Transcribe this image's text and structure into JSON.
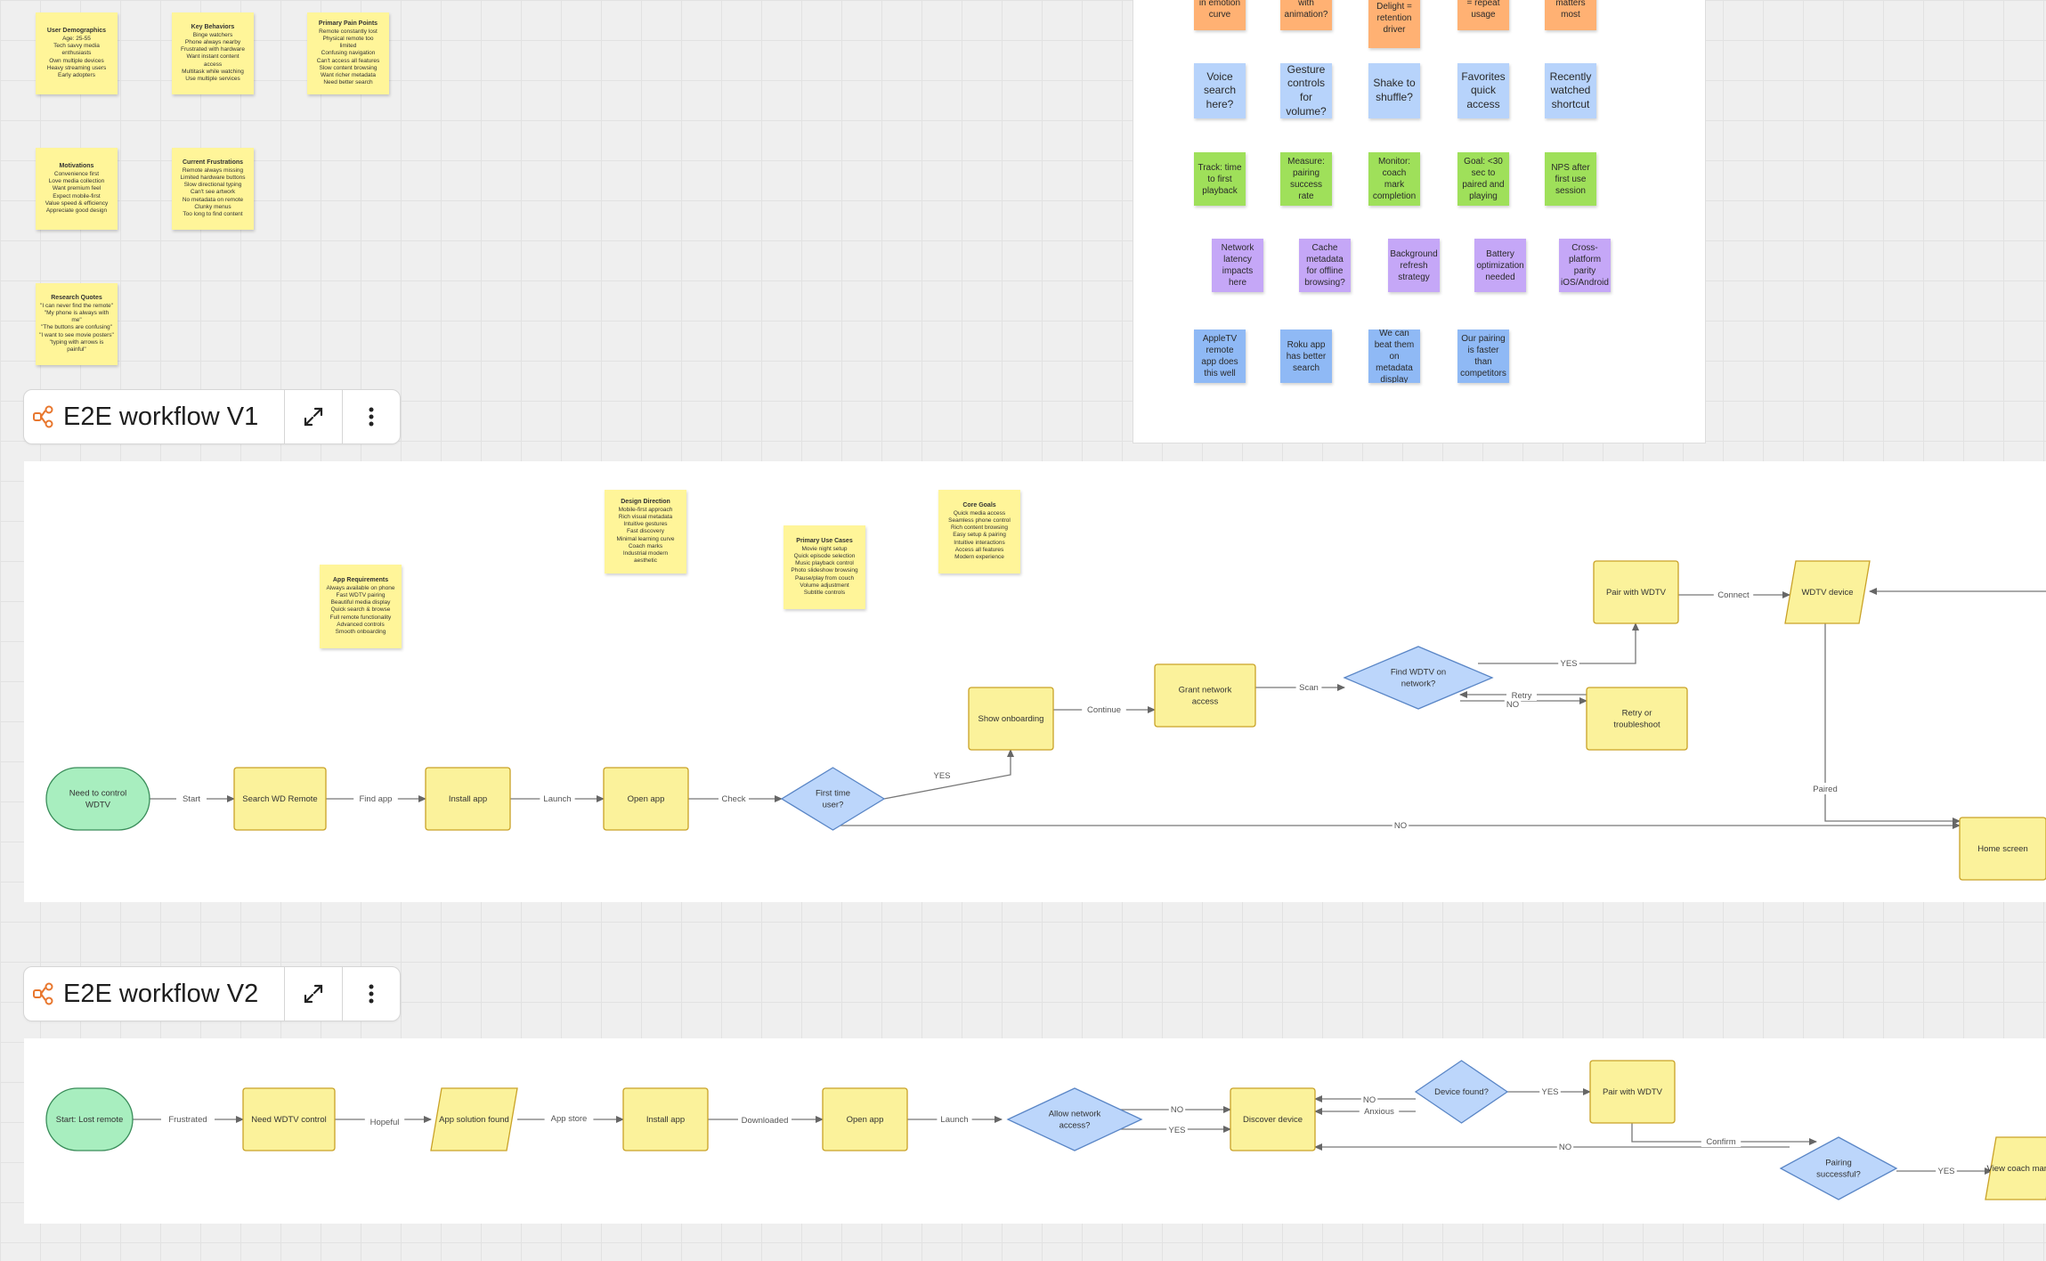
{
  "research_notes": [
    {
      "title": "User Demographics",
      "lines": [
        "Age: 25-55",
        "Tech savvy media",
        "enthusiasts",
        "Own multiple devices",
        "Heavy streaming users",
        "Early adopters"
      ]
    },
    {
      "title": "Key Behaviors",
      "lines": [
        "Binge watchers",
        "Phone always nearby",
        "Frustrated with hardware",
        "Want instant content",
        "access",
        "Multitask while watching",
        "Use multiple services"
      ]
    },
    {
      "title": "Primary Pain Points",
      "lines": [
        "Remote constantly lost",
        "Physical remote too",
        "limited",
        "Confusing navigation",
        "Can't access all features",
        "Slow content browsing",
        "Want richer metadata",
        "Need better search"
      ]
    },
    {
      "title": "Motivations",
      "lines": [
        "Convenience first",
        "Love media collection",
        "Want premium feel",
        "Expect mobile-first",
        "Value speed & efficiency",
        "Appreciate good design"
      ]
    },
    {
      "title": "Current Frustrations",
      "lines": [
        "Remote always missing",
        "Limited hardware buttons",
        "Slow directional typing",
        "Can't see artwork",
        "No metadata on remote",
        "Clunky menus",
        "Too long to find content"
      ]
    },
    {
      "title": "Research Quotes",
      "lines": [
        "\"I can never find the remote\"",
        "\"My phone is always with me\"",
        "\"The buttons are confusing\"",
        "\"I want to see movie posters\"",
        "\"typing with arrows is painful\""
      ]
    }
  ],
  "board_notes": {
    "row0": [
      "in emotion curve",
      "with animation?",
      "Delight = retention driver",
      "= repeat usage",
      "matters most"
    ],
    "row1": [
      "Voice search here?",
      "Gesture controls for volume?",
      "Shake to shuffle?",
      "Favorites quick access",
      "Recently watched shortcut"
    ],
    "row2": [
      "Track: time to first playback",
      "Measure: pairing success rate",
      "Monitor: coach mark completion",
      "Goal: <30 sec to paired and playing",
      "NPS after first use session"
    ],
    "row3": [
      "Network latency impacts here",
      "Cache metadata for offline browsing?",
      "Background refresh strategy",
      "Battery optimization needed",
      "Cross-platform parity iOS/Android"
    ],
    "row4": [
      "AppleTV remote app does this well",
      "Roku app has better search",
      "We can beat them on metadata display",
      "Our pairing is faster than competitors"
    ]
  },
  "frame_v1": {
    "title": "E2E workflow V1"
  },
  "frame_v2": {
    "title": "E2E workflow V2"
  },
  "v1_notes": [
    {
      "title": "Design Direction",
      "lines": [
        "Mobile-first approach",
        "Rich visual metadata",
        "Intuitive gestures",
        "Fast discovery",
        "Minimal learning curve",
        "Coach marks",
        "Industrial modern",
        "aesthetic"
      ]
    },
    {
      "title": "Primary Use Cases",
      "lines": [
        "Movie night setup",
        "Quick episode selection",
        "Music playback control",
        "Photo slideshow browsing",
        "Pause/play from couch",
        "Volume adjustment",
        "Subtitle controls"
      ]
    },
    {
      "title": "Core Goals",
      "lines": [
        "Quick media access",
        "Seamless phone control",
        "Rich content browsing",
        "Easy setup & pairing",
        "Intuitive interactions",
        "Access all features",
        "Modern experience"
      ]
    },
    {
      "title": "App Requirements",
      "lines": [
        "Always available on phone",
        "Fast WDTV pairing",
        "Beautiful media display",
        "Quick search & browse",
        "Full remote functionality",
        "Advanced controls",
        "Smooth onboarding"
      ]
    }
  ],
  "v1_flow": {
    "nodes": {
      "start": "Need to control WDTV",
      "search": "Search WD Remote",
      "install": "Install app",
      "open": "Open app",
      "first": "First time user?",
      "onboard": "Show onboarding",
      "grant": "Grant network access",
      "find": "Find WDTV on network?",
      "retry": "Retry or troubleshoot",
      "pair": "Pair with WDTV",
      "device": "WDTV device",
      "home": "Home screen"
    },
    "edges": {
      "start": "Start",
      "find": "Find app",
      "launch": "Launch",
      "check": "Check",
      "yes": "YES",
      "continue": "Continue",
      "scan": "Scan",
      "yes2": "YES",
      "retry": "Retry",
      "no": "NO",
      "connect": "Connect",
      "paired": "Paired",
      "no_home": "NO"
    }
  },
  "v2_flow": {
    "nodes": {
      "start": "Start: Lost remote",
      "need": "Need WDTV control",
      "found": "App solution found",
      "install": "Install app",
      "open": "Open app",
      "allow": "Allow network access?",
      "discover": "Discover device",
      "devfound": "Device found?",
      "pair": "Pair with WDTV",
      "pairok": "Pairing successful?",
      "coach": "View coach marks"
    },
    "edges": {
      "frustrated": "Frustrated",
      "hopeful": "Hopeful",
      "store": "App store",
      "downloaded": "Downloaded",
      "launch": "Launch",
      "no": "NO",
      "yes": "YES",
      "no2": "NO",
      "anxious": "Anxious",
      "yes2": "YES",
      "no3": "NO",
      "confirm": "Confirm",
      "yes3": "YES"
    }
  },
  "colors": {
    "sticky_yellow": "#fff599",
    "process": "#fbf29b",
    "decision": "#bcd6fb",
    "start": "#a8eebf",
    "orange_brand": "#e8772e"
  }
}
